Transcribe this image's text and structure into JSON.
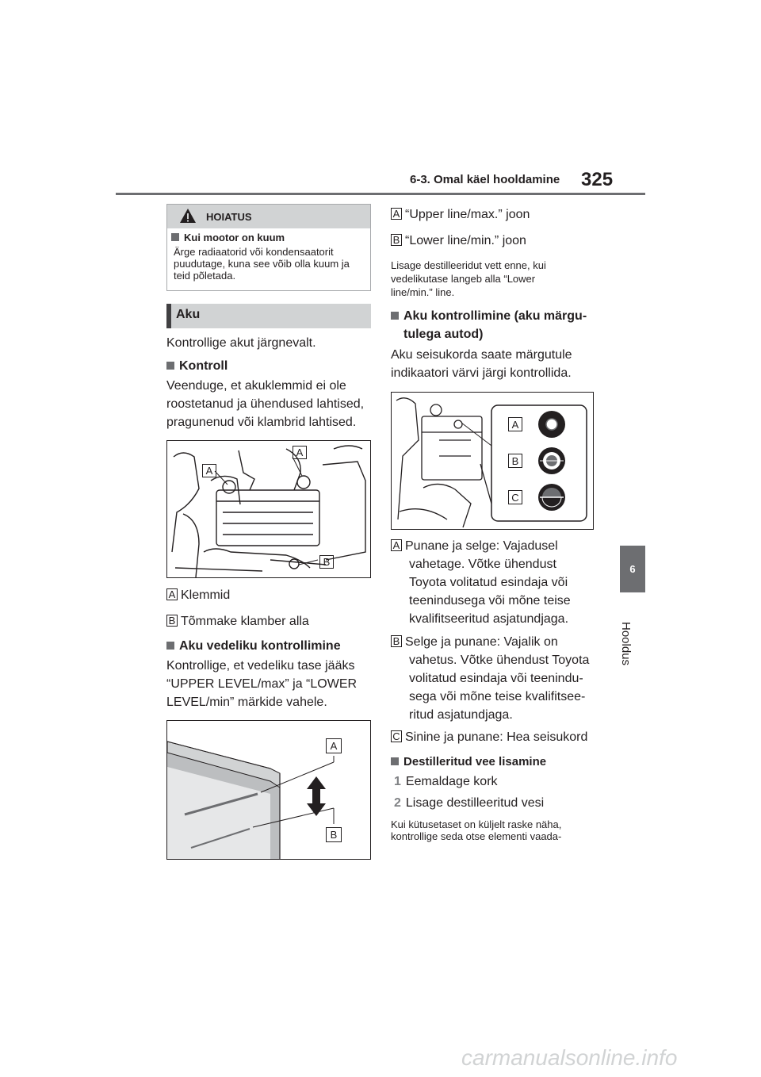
{
  "header": {
    "section_title": "6-3. Omal käel hooldamine",
    "page_number": "325"
  },
  "side_tab": {
    "chapter_number": "6",
    "chapter_name": "Hooldus"
  },
  "warning": {
    "title": "HOIATUS",
    "subtitle": "Kui mootor on kuum",
    "body": "Ärge radiaatorid või kondensaatorit puudutage, kuna see võib olla kuum ja teid põletada."
  },
  "section": {
    "title": "Aku"
  },
  "left_column": {
    "intro": "Kontrollige akut järgnevalt.",
    "kontroll_heading": "Kontroll",
    "kontroll_text_lines": [
      "Veenduge, et akuklemmid ei ole",
      "roostetanud ja ühendused lahtised,",
      "pragunenud või klambrid lahtised."
    ],
    "fig1_labels": [
      "A",
      "A",
      "B"
    ],
    "legend_a_letter": "A",
    "legend_a_text": "Klemmid",
    "legend_b_letter": "B",
    "legend_b_text": "Tõmmake klamber alla",
    "fluid_heading": "Aku vedeliku kontrollimine",
    "fluid_text_lines": [
      "Kontrollige, et vedeliku tase jääks",
      "“UPPER LEVEL/max” ja “LOWER",
      "LEVEL/min” märkide vahele."
    ],
    "fig2_labels": [
      "A",
      "B"
    ]
  },
  "right_column": {
    "legend_a_letter": "A",
    "legend_a_text": "“Upper line/max.” joon",
    "legend_b_letter": "B",
    "legend_b_text": "“Lower line/min.” joon",
    "note_lines": [
      "Lisage destilleeridut vett enne, kui",
      "vedelikutase langeb alla “Lower",
      "line/min.” line."
    ],
    "indicator_heading_lines": [
      "Aku kontrollimine (aku märgu-",
      "tulega autod)"
    ],
    "indicator_text_lines": [
      "Aku seisukorda saate märgutule",
      "indikaatori värvi järgi kontrollida."
    ],
    "fig3_labels": [
      "A",
      "B",
      "C"
    ],
    "status_a_letter": "A",
    "status_a_lines": [
      "Punane ja selge: Vajadusel",
      "vahetage. Võtke ühendust",
      "Toyota volitatud esindaja või",
      "teenindusega või mõne teise",
      "kvalifitseeritud asjatundjaga."
    ],
    "status_b_letter": "B",
    "status_b_lines": [
      "Selge ja punane: Vajalik on",
      "vahetus. Võtke ühendust Toyota",
      "volitatud esindaja või teenindu-",
      "sega või mõne teise kvalifitsee-",
      "ritud asjatundjaga."
    ],
    "status_c_letter": "C",
    "status_c_text": "Sinine ja punane: Hea seisukord",
    "water_heading": "Destilleritud vee lisamine",
    "step1_num": "1",
    "step1_text": "Eemaldage kork",
    "step2_num": "2",
    "step2_text": "Lisage destilleeritud vesi",
    "bottom_note_lines": [
      "Kui kütusetaset on küljelt raske näha,",
      "kontrollige seda otse elementi vaada-"
    ]
  },
  "watermark": "carmanualsonline.info"
}
